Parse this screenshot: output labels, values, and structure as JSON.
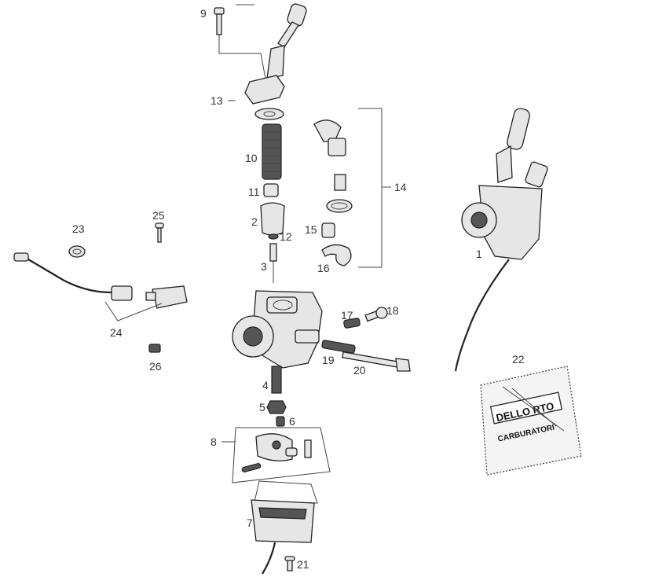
{
  "labels": {
    "p1": "1",
    "p2": "2",
    "p3": "3",
    "p4": "4",
    "p5": "5",
    "p6": "6",
    "p7": "7",
    "p8": "8",
    "p9": "9",
    "p10": "10",
    "p11": "11",
    "p12": "12",
    "p13": "13",
    "p14": "14",
    "p15": "15",
    "p16": "16",
    "p17": "17",
    "p18": "18",
    "p19": "19",
    "p20": "20",
    "p21": "21",
    "p22": "22",
    "p23": "23",
    "p24": "24",
    "p25": "25",
    "p26": "26"
  },
  "kit": {
    "brand": "DELLO RTO",
    "name": "CARBURATORI"
  }
}
